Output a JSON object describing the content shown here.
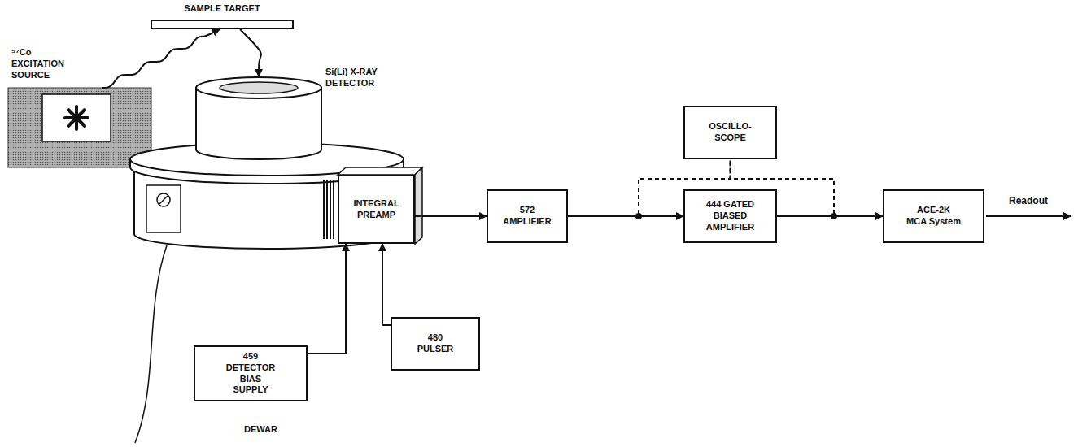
{
  "diagram": {
    "nodes": [
      {
        "text": [
          "⁵⁷Co EXCITATION SOURCE"
        ]
      },
      {
        "text": [
          "SAMPLE TARGET"
        ]
      },
      {
        "text": [
          "Si(Li) X-RAY DETECTOR"
        ]
      },
      {
        "text": [
          "INTEGRAL PREAMP"
        ]
      },
      {
        "text": [
          "572 AMPLIFIER"
        ]
      },
      {
        "text": [
          "OSCILLO- SCOPE"
        ]
      },
      {
        "text": [
          "444 GATED BIASED AMPLIFIER"
        ]
      },
      {
        "text": [
          "ACE-2K MCA System"
        ]
      },
      {
        "text": [
          "459 DETECTOR BIAS SUPPLY"
        ]
      },
      {
        "text": [
          "480 PULSER"
        ]
      }
    ],
    "edges": [
      {
        "from": 0,
        "to": 1,
        "arrow": "to"
      },
      {
        "from": 1,
        "to": 2,
        "arrow": "to"
      },
      {
        "from": 3,
        "to": 4,
        "arrow": "to"
      },
      {
        "from": 4,
        "to": 6,
        "arrow": "to"
      },
      {
        "from": 6,
        "to": 7,
        "arrow": "to"
      },
      {
        "from": 4,
        "to": 5,
        "arrow": "none"
      },
      {
        "from": 6,
        "to": 5,
        "arrow": "none"
      },
      {
        "from": 8,
        "to": 3,
        "arrow": "to"
      },
      {
        "from": 9,
        "to": 3,
        "arrow": "to"
      }
    ],
    "labels": [
      "DEWAR",
      "Readout"
    ]
  }
}
